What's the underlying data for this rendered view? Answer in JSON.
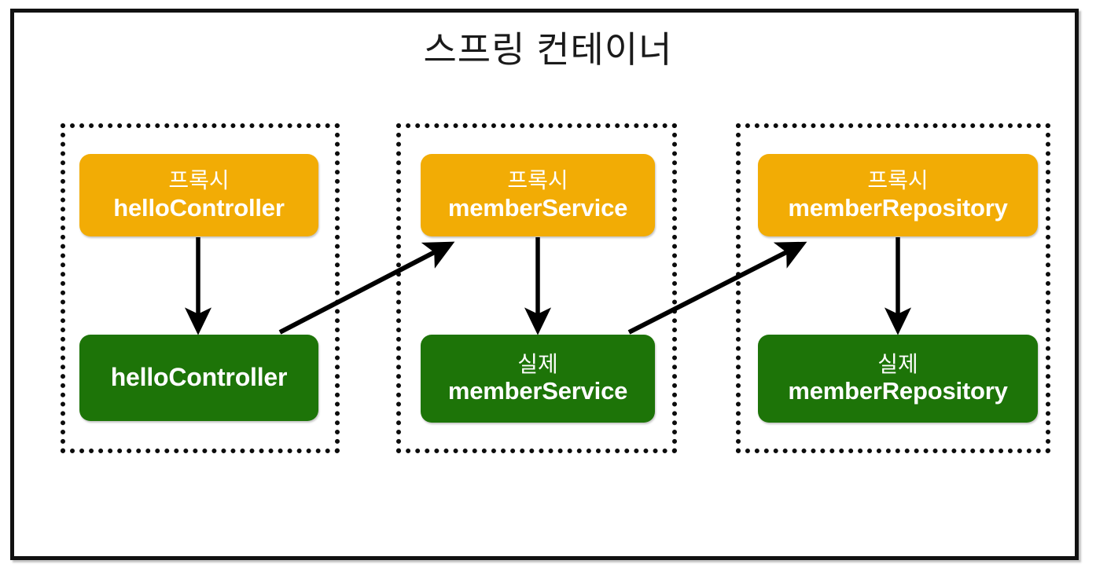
{
  "diagram": {
    "title": "스프링 컨테이너",
    "outer_frame_label": "spring-container-frame",
    "colors": {
      "proxy": "#F2AC05",
      "real": "#1D7408",
      "frame": "#111111",
      "arrow": "#000000",
      "text_on_box": "#FFFFFF"
    },
    "groups": [
      {
        "id": "hello-controller-group",
        "proxy": {
          "label_top": "프록시",
          "label_main": "helloController"
        },
        "real": {
          "label_top": "",
          "label_main": "helloController"
        }
      },
      {
        "id": "member-service-group",
        "proxy": {
          "label_top": "프록시",
          "label_main": "memberService"
        },
        "real": {
          "label_top": "실제",
          "label_main": "memberService"
        }
      },
      {
        "id": "member-repository-group",
        "proxy": {
          "label_top": "프록시",
          "label_main": "memberRepository"
        },
        "real": {
          "label_top": "실제",
          "label_main": "memberRepository"
        }
      }
    ],
    "arrows": [
      {
        "name": "proxy-hellocontroller-to-real-hellocontroller",
        "kind": "vertical"
      },
      {
        "name": "proxy-memberservice-to-real-memberservice",
        "kind": "vertical"
      },
      {
        "name": "proxy-memberrepository-to-real-memberrepository",
        "kind": "vertical"
      },
      {
        "name": "real-hellocontroller-to-proxy-memberservice",
        "kind": "diagonal"
      },
      {
        "name": "real-memberservice-to-proxy-memberrepository",
        "kind": "diagonal"
      }
    ]
  }
}
